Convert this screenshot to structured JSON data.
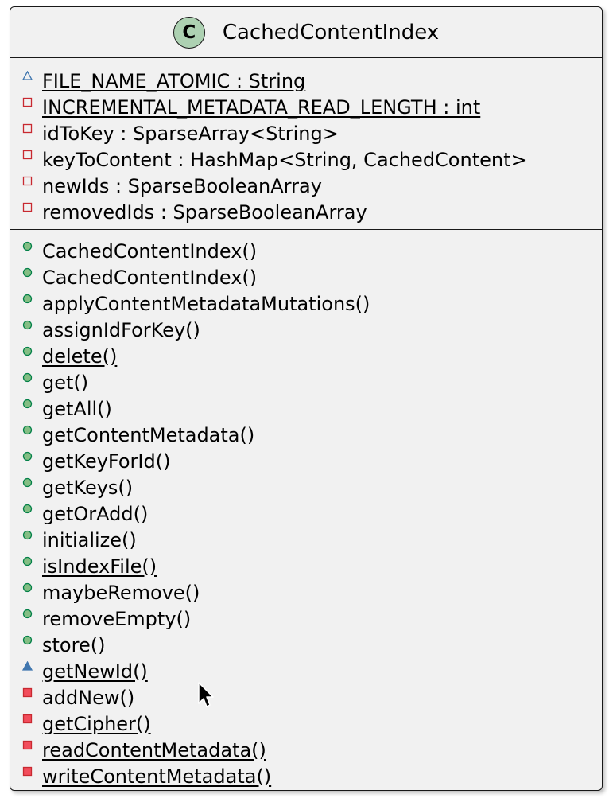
{
  "class": {
    "badge": "C",
    "name": "CachedContentIndex",
    "badge_color": "#add1b2"
  },
  "fields": [
    {
      "label": "FILE_NAME_ATOMIC : String",
      "visibility": "package",
      "static": true
    },
    {
      "label": "INCREMENTAL_METADATA_READ_LENGTH : int",
      "visibility": "private",
      "static": true
    },
    {
      "label": "idToKey : SparseArray<String>",
      "visibility": "private",
      "static": false
    },
    {
      "label": "keyToContent : HashMap<String, CachedContent>",
      "visibility": "private",
      "static": false
    },
    {
      "label": "newIds : SparseBooleanArray",
      "visibility": "private",
      "static": false
    },
    {
      "label": "removedIds : SparseBooleanArray",
      "visibility": "private",
      "static": false
    }
  ],
  "methods": [
    {
      "label": "CachedContentIndex()",
      "visibility": "public",
      "static": false
    },
    {
      "label": "CachedContentIndex()",
      "visibility": "public",
      "static": false
    },
    {
      "label": "applyContentMetadataMutations()",
      "visibility": "public",
      "static": false
    },
    {
      "label": "assignIdForKey()",
      "visibility": "public",
      "static": false
    },
    {
      "label": "delete()",
      "visibility": "public",
      "static": true
    },
    {
      "label": "get()",
      "visibility": "public",
      "static": false
    },
    {
      "label": "getAll()",
      "visibility": "public",
      "static": false
    },
    {
      "label": "getContentMetadata()",
      "visibility": "public",
      "static": false
    },
    {
      "label": "getKeyForId()",
      "visibility": "public",
      "static": false
    },
    {
      "label": "getKeys()",
      "visibility": "public",
      "static": false
    },
    {
      "label": "getOrAdd()",
      "visibility": "public",
      "static": false
    },
    {
      "label": "initialize()",
      "visibility": "public",
      "static": false
    },
    {
      "label": "isIndexFile()",
      "visibility": "public",
      "static": true
    },
    {
      "label": "maybeRemove()",
      "visibility": "public",
      "static": false
    },
    {
      "label": "removeEmpty()",
      "visibility": "public",
      "static": false
    },
    {
      "label": "store()",
      "visibility": "public",
      "static": false
    },
    {
      "label": "getNewId()",
      "visibility": "package",
      "static": true
    },
    {
      "label": "addNew()",
      "visibility": "private",
      "static": false
    },
    {
      "label": "getCipher()",
      "visibility": "private",
      "static": true
    },
    {
      "label": "readContentMetadata()",
      "visibility": "private",
      "static": true
    },
    {
      "label": "writeContentMetadata()",
      "visibility": "private",
      "static": true
    }
  ],
  "colors": {
    "public": "#84be84",
    "public_stroke": "#038048",
    "package": "#4177af",
    "private": "#f24d5c",
    "private_stroke": "#c82930"
  }
}
